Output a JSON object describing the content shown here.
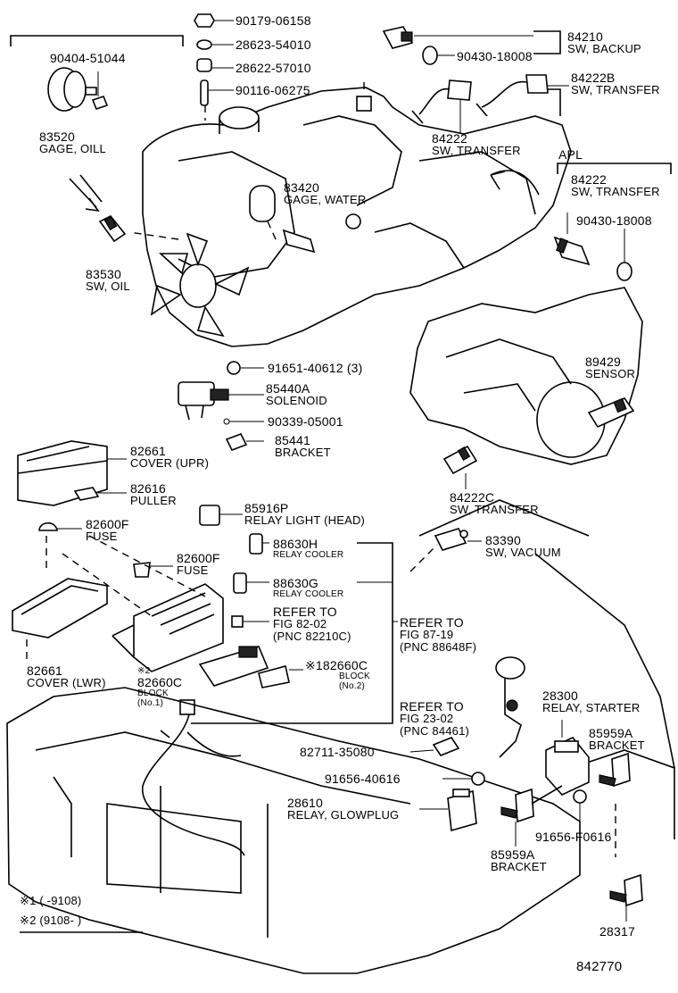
{
  "diagram_code": "842770",
  "notes": {
    "n1_mark": "※1",
    "n1_range": "(     -9108)",
    "n2_mark": "※2",
    "n2_range": "(9108-      )"
  },
  "callouts": [
    {
      "id": "c1",
      "num": "90179-06158"
    },
    {
      "id": "c2",
      "num": "28623-54010"
    },
    {
      "id": "c3",
      "num": "28622-57010"
    },
    {
      "id": "c4",
      "num": "90116-06275"
    },
    {
      "id": "c5",
      "num": "90404-51044"
    },
    {
      "id": "c6",
      "num": "83520",
      "name": "GAGE, OILL"
    },
    {
      "id": "c7",
      "num": "83420",
      "name": "GAGE, WATER"
    },
    {
      "id": "c8",
      "num": "83530",
      "name": "SW, OIL"
    },
    {
      "id": "c9",
      "num": "84210",
      "name": "SW, BACKUP"
    },
    {
      "id": "c10",
      "num": "90430-18008"
    },
    {
      "id": "c11",
      "num": "84222B",
      "name": "SW, TRANSFER"
    },
    {
      "id": "c12",
      "num": "84222",
      "name": "SW, TRANSFER"
    },
    {
      "id": "c13",
      "name": "APL"
    },
    {
      "id": "c14",
      "num": "84222",
      "name": "SW, TRANSFER"
    },
    {
      "id": "c15",
      "num": "90430-18008"
    },
    {
      "id": "c16",
      "num": "91651-40612 (3)"
    },
    {
      "id": "c17",
      "num": "85440A",
      "name": "SOLENOID"
    },
    {
      "id": "c18",
      "num": "90339-05001"
    },
    {
      "id": "c19",
      "num": "85441",
      "name": "BRACKET"
    },
    {
      "id": "c20",
      "num": "89429",
      "name": "SENSOR"
    },
    {
      "id": "c21",
      "num": "82661",
      "name": "COVER (UPR)"
    },
    {
      "id": "c22",
      "num": "82616",
      "name": "PULLER"
    },
    {
      "id": "c23",
      "num": "85916P",
      "name": "RELAY LIGHT (HEAD)"
    },
    {
      "id": "c24",
      "num": "84222C",
      "name": "SW, TRANSFER"
    },
    {
      "id": "c25",
      "num": "82600F",
      "name": "FUSE"
    },
    {
      "id": "c26",
      "num": "88630H",
      "sub": "RELAY COOLER"
    },
    {
      "id": "c27",
      "num": "83390",
      "name": "SW, VACUUM"
    },
    {
      "id": "c28",
      "num": "82600F",
      "name": "FUSE"
    },
    {
      "id": "c29",
      "num": "88630G",
      "sub": "RELAY COOLER"
    },
    {
      "id": "c30",
      "num": "REFER TO",
      "name": "FIG 82-02",
      "sub2": "(PNC 82210C)"
    },
    {
      "id": "c31",
      "num": "REFER TO",
      "name": "FIG 87-19",
      "sub2": "(PNC 88648F)"
    },
    {
      "id": "c32",
      "num": "82661",
      "name": "COVER (LWR)"
    },
    {
      "id": "c33",
      "num": "※182660C",
      "sub": "BLOCK",
      "sub3": "(No.2)"
    },
    {
      "id": "c34",
      "pre": "※2",
      "num": "82660C",
      "sub": "BLOCK",
      "sub3": "(No.1)"
    },
    {
      "id": "c35",
      "num": "REFER TO",
      "name": "FIG 23-02",
      "sub2": "(PNC 84461)"
    },
    {
      "id": "c36",
      "num": "28300",
      "name": "RELAY, STARTER"
    },
    {
      "id": "c37",
      "num": "82711-35080"
    },
    {
      "id": "c38",
      "num": "85959A",
      "name": "BRACKET"
    },
    {
      "id": "c39",
      "num": "91656-40616"
    },
    {
      "id": "c40",
      "num": "28610",
      "name": "RELAY, GLOWPLUG"
    },
    {
      "id": "c41",
      "num": "91656-F0616"
    },
    {
      "id": "c42",
      "num": "85959A",
      "name": "BRACKET"
    },
    {
      "id": "c43",
      "num": "28317"
    }
  ]
}
